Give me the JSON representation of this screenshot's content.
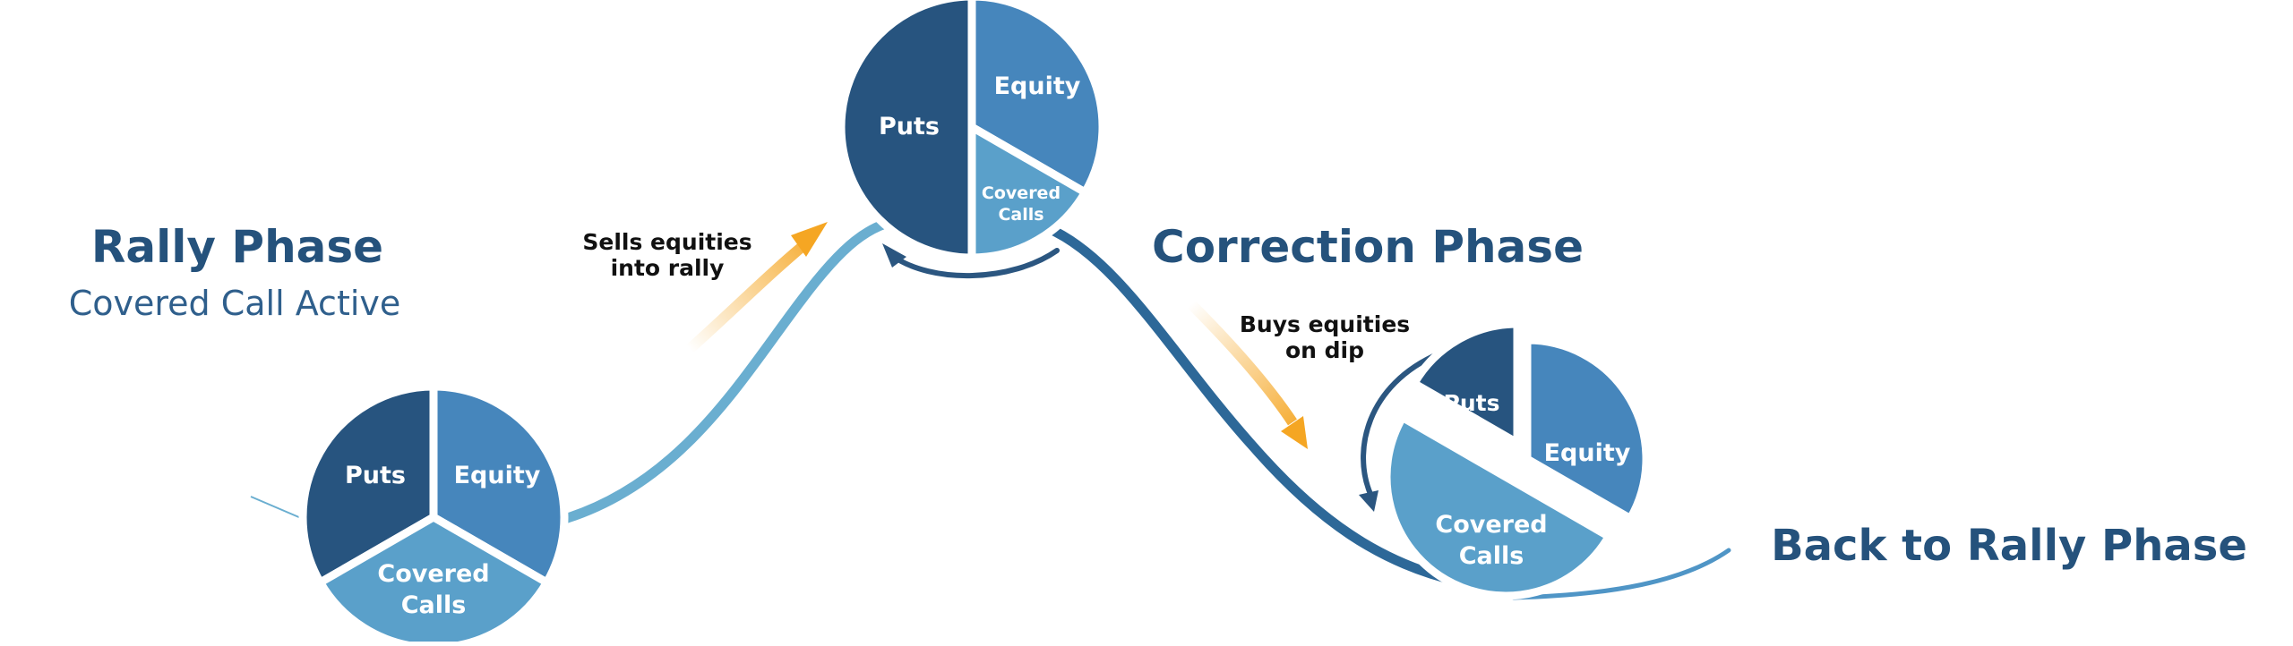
{
  "colors": {
    "puts": "#27547f",
    "equity": "#4686bc",
    "covered_calls": "#5aa0ca",
    "curve_light": "#6aaed0",
    "curve_dark": "#2d6898",
    "arrow_orange": "#f5a623",
    "arrow_navy": "#2b5680",
    "title": "#25527c"
  },
  "phases": {
    "rally": {
      "title": "Rally Phase",
      "subtitle": "Covered Call Active"
    },
    "correction": {
      "title": "Correction Phase"
    },
    "back": {
      "title": "Back to Rally Phase"
    }
  },
  "annotations": {
    "sells": {
      "line1": "Sells equities",
      "line2": "into rally"
    },
    "buys": {
      "line1": "Buys equities",
      "line2": "on dip"
    }
  },
  "pies": {
    "rally": {
      "puts": "Puts",
      "equity": "Equity",
      "covered_calls_1": "Covered",
      "covered_calls_2": "Calls"
    },
    "top": {
      "puts": "Puts",
      "equity": "Equity",
      "covered_calls_1": "Covered",
      "covered_calls_2": "Calls"
    },
    "dip": {
      "puts": "Puts",
      "equity": "Equity",
      "covered_calls_1": "Covered",
      "covered_calls_2": "Calls"
    }
  }
}
